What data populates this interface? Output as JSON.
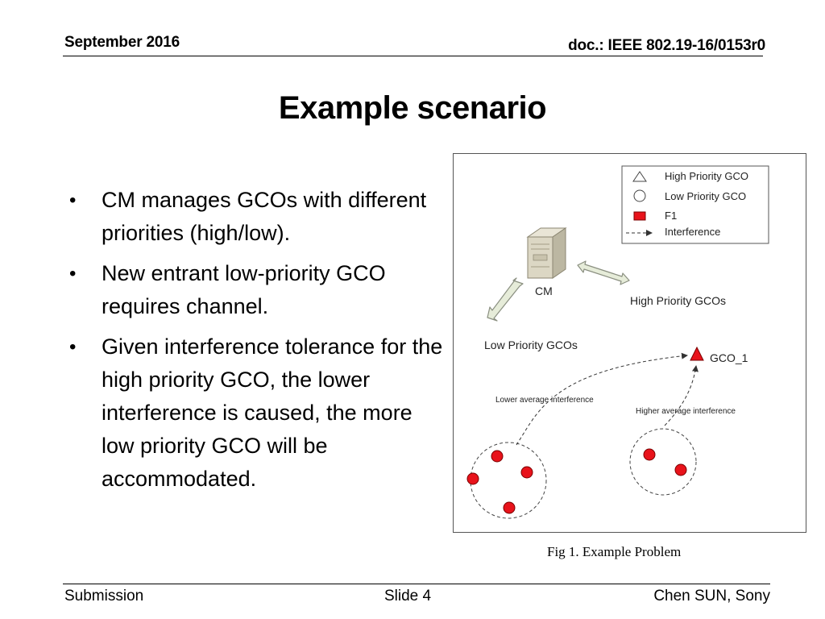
{
  "header": {
    "date": "September 2016",
    "doc_id": "doc.: IEEE 802.19-16/0153r0"
  },
  "title": "Example scenario",
  "bullets": [
    "CM manages GCOs with different priorities (high/low).",
    "New entrant low-priority GCO requires channel.",
    "Given interference tolerance for the high priority GCO, the lower interference is caused, the more low priority GCO will be accommodated."
  ],
  "figure": {
    "legend": {
      "high_priority": "High Priority GCO",
      "low_priority": "Low Priority GCO",
      "f1": "F1",
      "interference": "Interference"
    },
    "labels": {
      "cm": "CM",
      "high_priority_gcos": "High Priority GCOs",
      "low_priority_gcos": "Low Priority GCOs",
      "gco_1": "GCO_1",
      "lower_interference": "Lower average interference",
      "higher_interference": "Higher average interference"
    },
    "colors": {
      "f1": "#e8131b",
      "arrow_fill": "#e6ecd9",
      "arrow_stroke": "#8a8f80"
    }
  },
  "caption": "Fig 1. Example Problem",
  "footer": {
    "left": "Submission",
    "center": "Slide 4",
    "right": "Chen SUN, Sony"
  }
}
